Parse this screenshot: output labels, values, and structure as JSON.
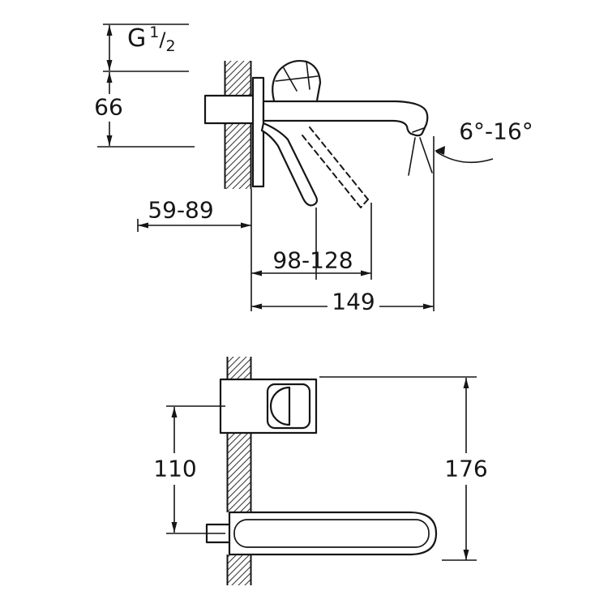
{
  "colors": {
    "line": "#161616",
    "background": "#ffffff"
  },
  "top_view": {
    "thread_prefix": "G",
    "thread_numerator": "1",
    "thread_slash": "/",
    "thread_denominator": "2",
    "dim_wall_height": "66",
    "dim_spray_angle": "6°-16°",
    "dim_body_depth_range": "59-89",
    "dim_handle_reach_range": "98-128",
    "dim_spout_reach": "149"
  },
  "front_view": {
    "dim_center_distance": "110",
    "dim_total_height": "176"
  }
}
